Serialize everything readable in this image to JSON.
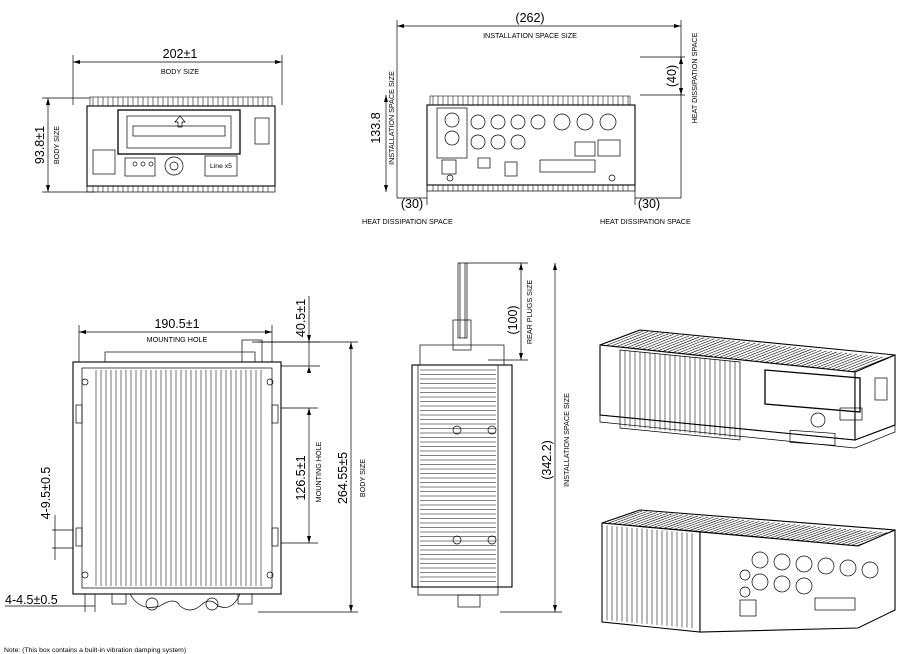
{
  "front_view": {
    "width_value": "202±1",
    "width_label": "BODY SIZE",
    "height_value": "93.8±1",
    "height_label": "BODY SIZE",
    "panel_tag": "Line x5"
  },
  "rear_view": {
    "install_width_value": "(262)",
    "install_width_label": "INSTALLATION SPACE SIZE",
    "install_height_value": "133.8",
    "install_height_label": "INSTALLATION SPACE SIZE",
    "top_gap_value": "(40)",
    "top_gap_label": "HEAT DISSIPATION SPACE",
    "left_gap_value": "(30)",
    "left_gap_label": "HEAT DISSIPATION SPACE",
    "right_gap_value": "(30)",
    "right_gap_label": "HEAT DISSIPATION SPACE"
  },
  "top_view": {
    "mounting_width_value": "190.5±1",
    "mounting_width_label": "MOUNTING HOLE",
    "offset_value": "40.5±1",
    "mounting_length_value": "126.5±1",
    "mounting_length_label": "MOUNTING HOLE",
    "body_length_value": "264.55±5",
    "body_length_label": "BODY SIZE",
    "hole_callout_a": "4-9.5±0.5",
    "hole_callout_b": "4-4.5±0.5"
  },
  "side_view": {
    "plug_value": "(100)",
    "plug_label": "REAR PLUGS SIZE",
    "install_value": "(342.2)",
    "install_label": "INSTALLATION SPACE SIZE"
  },
  "note": "Note: (This box contains a built-in vibration damping system)"
}
